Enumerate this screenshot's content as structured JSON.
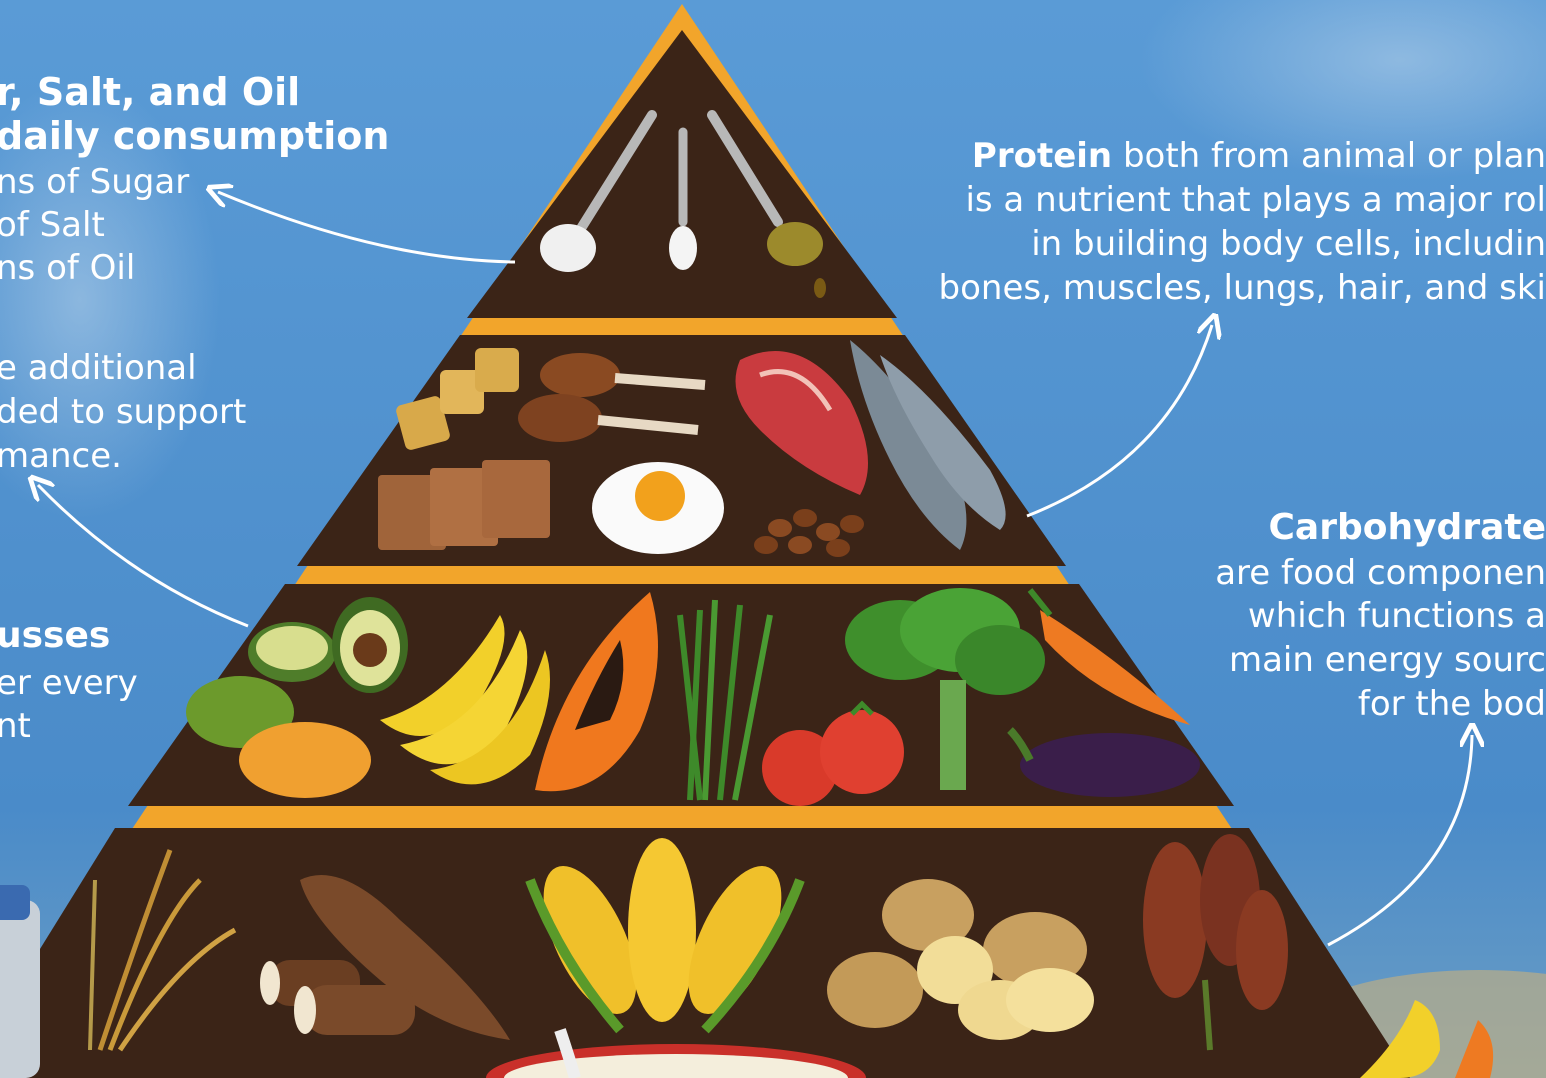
{
  "colors": {
    "sky": "#4f92cf",
    "tier": "#3b2417",
    "frame": "#f2a52b",
    "text": "#ffffff",
    "arrow": "#ffffff"
  },
  "left_top": {
    "title_line1": "r, Salt, and Oil",
    "title_line2": "daily consumption",
    "lines": [
      "ns of Sugar",
      "of Salt",
      "ns of Oil"
    ]
  },
  "left_middle": {
    "lines": [
      "e additional",
      "ded to support",
      "mance."
    ]
  },
  "left_bottom": {
    "title": "usses",
    "lines": [
      "er every",
      "nt"
    ]
  },
  "protein": {
    "title": "Protein",
    "line1_rest": " both from animal or plan",
    "lines": [
      "is a nutrient that plays a major rol",
      "in building body cells, includin",
      "bones, muscles, lungs, hair, and ski"
    ]
  },
  "carbohydrate": {
    "title": "Carbohydrate",
    "lines": [
      "are food componen",
      "which functions a",
      "main energy sourc",
      "for the bod"
    ]
  },
  "pyramid": {
    "tier1_icons": [
      "sugar-spoon-icon",
      "salt-spoon-icon",
      "oil-spoon-icon"
    ],
    "tier2_icons": [
      "tofu-icon",
      "chicken-drumstick-icon",
      "meat-icon",
      "fish-icon",
      "tempeh-icon",
      "fried-egg-icon",
      "peanuts-icon"
    ],
    "tier3_icons": [
      "avocado-icon",
      "mango-icon",
      "banana-icon",
      "papaya-icon",
      "long-beans-icon",
      "tomato-icon",
      "spinach-icon",
      "carrot-icon",
      "eggplant-icon"
    ],
    "tier4_icons": [
      "rice-plant-icon",
      "cassava-icon",
      "corn-icon",
      "potato-icon",
      "sorghum-icon",
      "rice-bowl-icon"
    ]
  }
}
